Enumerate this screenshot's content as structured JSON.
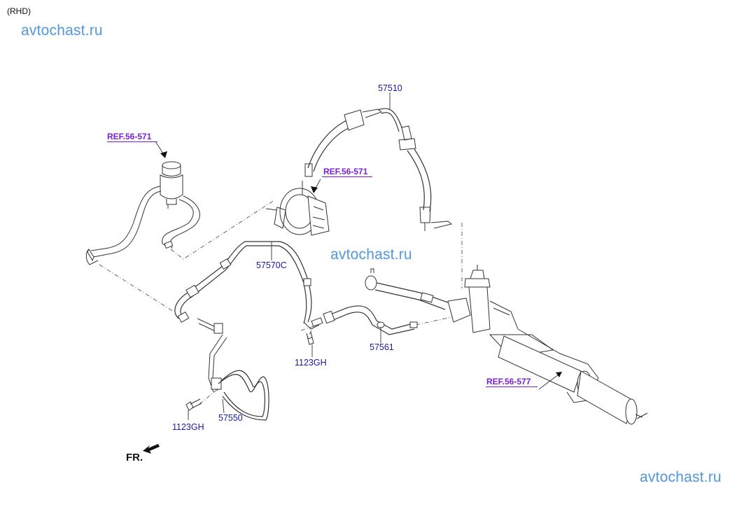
{
  "header": {
    "variant": "(RHD)"
  },
  "watermarks": [
    "avtochast.ru",
    "avtochast.ru",
    "avtochast.ru"
  ],
  "references": [
    {
      "label": "REF.56-571",
      "target": "reservoir"
    },
    {
      "label": "REF.56-571",
      "target": "pump"
    },
    {
      "label": "REF.56-577",
      "target": "steering-gear"
    }
  ],
  "parts": [
    {
      "number": "57510",
      "description": "pressure-hose"
    },
    {
      "number": "57570C",
      "description": "return-tube"
    },
    {
      "number": "1123GH",
      "description": "bolt"
    },
    {
      "number": "57561",
      "description": "tube"
    },
    {
      "number": "1123GH",
      "description": "bolt"
    },
    {
      "number": "57550",
      "description": "cooler-tube"
    }
  ],
  "orientation": {
    "label": "FR."
  },
  "colors": {
    "part_number": "#1a1aa6",
    "reference": "#7a1fd6",
    "watermark": "#5b9bd5"
  }
}
